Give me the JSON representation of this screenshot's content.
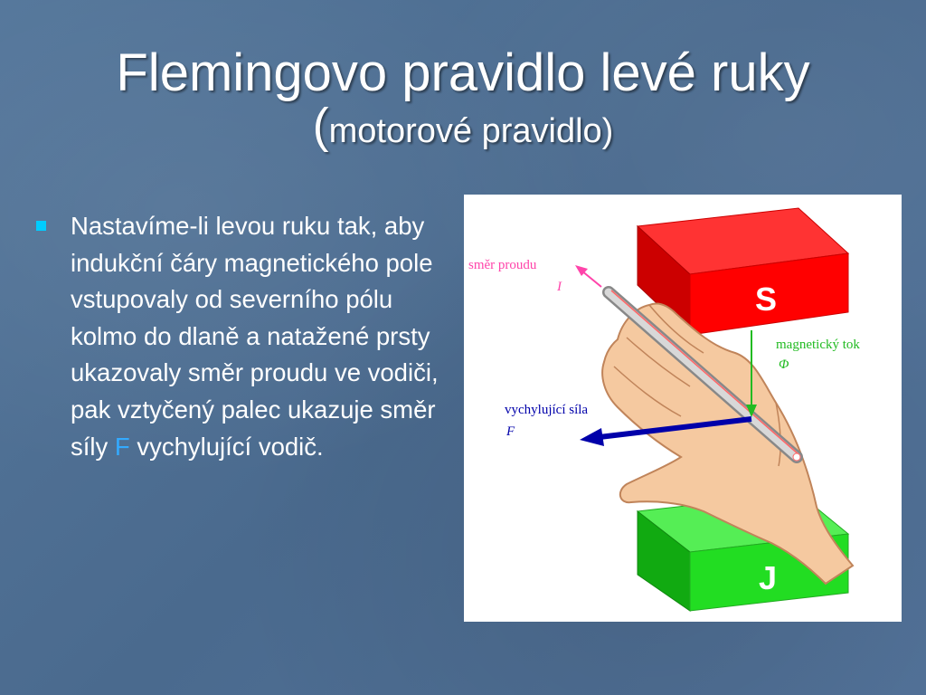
{
  "slide": {
    "title": "Flemingovo pravidlo levé ruky",
    "subtitle_open": "(",
    "subtitle": "motorové pravidlo)",
    "body_before": "Nastavíme-li levou ruku tak, aby indukční čáry magnetického pole vstupovaly od severního pólu kolmo do dlaně a natažené prsty ukazovaly směr proudu ve vodiči, pak vztyčený palec ukazuje směr síly ",
    "body_highlight": "F",
    "body_after": " vychylující vodič.",
    "highlight_color": "#33aaff",
    "bullet_color": "#00ccff"
  },
  "figure": {
    "magnet_top_label": "S",
    "magnet_bottom_label": "J",
    "current_label": "směr proudu",
    "current_symbol": "I",
    "flux_label": "magnetický tok",
    "flux_symbol": "Φ",
    "force_label": "vychylující síla",
    "force_symbol": "F",
    "colors": {
      "magnet_s": "#ff0000",
      "magnet_j": "#22dd22",
      "current": "#ff44aa",
      "flux": "#22bb22",
      "force": "#0000aa",
      "hand": "#f5c9a0"
    }
  }
}
